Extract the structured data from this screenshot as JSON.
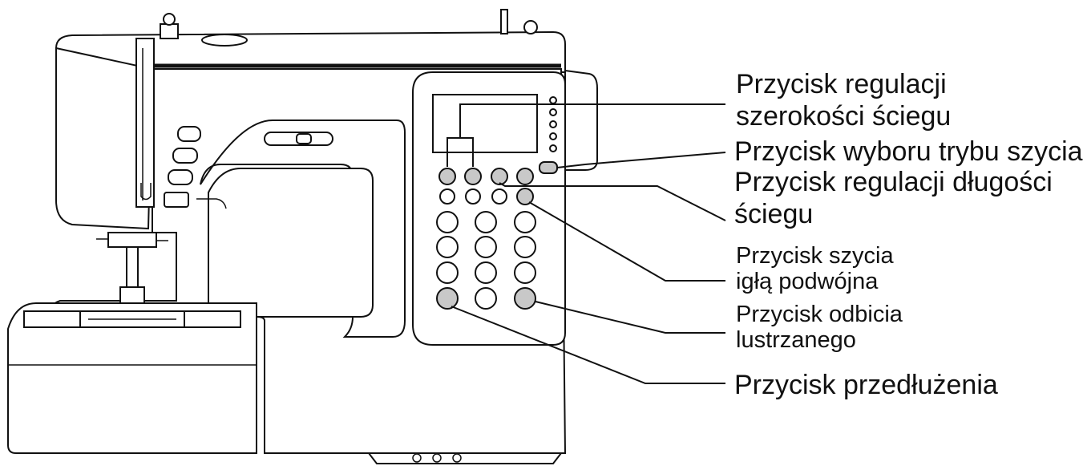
{
  "figure": {
    "callouts": [
      {
        "id": "width",
        "lines": [
          "Przycisk regulacji",
          "szerokości ściegu"
        ]
      },
      {
        "id": "mode",
        "lines": [
          "Przycisk wyboru trybu szycia"
        ]
      },
      {
        "id": "length",
        "lines": [
          "Przycisk regulacji długości",
          "ściegu"
        ]
      },
      {
        "id": "twin",
        "lines": [
          "Przycisk szycia",
          "igłą podwójna"
        ]
      },
      {
        "id": "mirror",
        "lines": [
          "Przycisk odbicia",
          "lustrzanego"
        ]
      },
      {
        "id": "extension",
        "lines": [
          "Przycisk przedłużenia"
        ]
      }
    ]
  },
  "colors": {
    "line": "#111111",
    "highlight_button": "#c8c8c8",
    "background": "#ffffff"
  },
  "icons": [
    "sewing-machine-illustration"
  ]
}
